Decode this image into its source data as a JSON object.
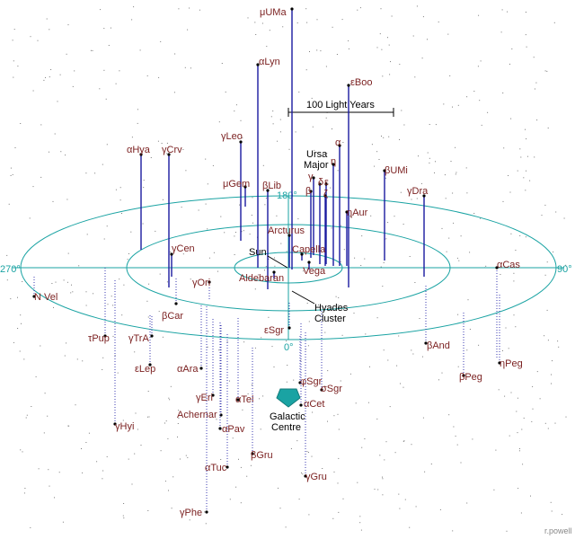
{
  "colors": {
    "grid": "#1aa3a3",
    "above_line": "#1a1aa0",
    "below_line": "#3a3ab0",
    "star_label": "#7a1f1f",
    "marker": "#000000",
    "galactic_centre_arrow": "#1aa3a3"
  },
  "grid_labels": {
    "deg_0": "0°",
    "deg_90": "90°",
    "deg_180": "180°",
    "deg_270": "270°"
  },
  "scale_bar": {
    "label": "100 Light Years"
  },
  "annotations": {
    "sun": "Sun",
    "hyades_line1": "Hyades",
    "hyades_line2": "Cluster",
    "galactic_centre_line1": "Galactic",
    "galactic_centre_line2": "Centre",
    "ursa_major_line1": "Ursa",
    "ursa_major_line2": "Major"
  },
  "credit": "r.powell",
  "stars": [
    {
      "label": "μUMa",
      "above": true
    },
    {
      "label": "αLyn",
      "above": true
    },
    {
      "label": "εBoo",
      "above": true
    },
    {
      "label": "γLeo",
      "above": true
    },
    {
      "label": "αHya",
      "above": true
    },
    {
      "label": "γCrv",
      "above": true
    },
    {
      "label": "βUMi",
      "above": true
    },
    {
      "label": "μGem",
      "above": true
    },
    {
      "label": "βLib",
      "above": true
    },
    {
      "label": "γDra",
      "above": true
    },
    {
      "label": "ηAur",
      "above": true
    },
    {
      "label": "α",
      "above": true
    },
    {
      "label": "η",
      "above": true
    },
    {
      "label": "γ",
      "above": true
    },
    {
      "label": "δ",
      "above": true
    },
    {
      "label": "ε",
      "above": true
    },
    {
      "label": "β",
      "above": true
    },
    {
      "label": "ζ",
      "above": true
    },
    {
      "label": "Arcturus",
      "above": true
    },
    {
      "label": "Capella",
      "above": true
    },
    {
      "label": "Vega",
      "above": true
    },
    {
      "label": "Aldebaran",
      "above": true
    },
    {
      "label": "γCen",
      "above": true
    },
    {
      "label": "αCas",
      "above": false
    },
    {
      "label": "N Vel",
      "above": false
    },
    {
      "label": "γOri",
      "above": false
    },
    {
      "label": "βCar",
      "above": false
    },
    {
      "label": "εSgr",
      "above": false
    },
    {
      "label": "τPup",
      "above": false
    },
    {
      "label": "γTrA",
      "above": false
    },
    {
      "label": "βAnd",
      "above": false
    },
    {
      "label": "εLep",
      "above": false
    },
    {
      "label": "αAra",
      "above": false
    },
    {
      "label": "ηPeg",
      "above": false
    },
    {
      "label": "βPeg",
      "above": false
    },
    {
      "label": "φSgr",
      "above": false
    },
    {
      "label": "σSgr",
      "above": false
    },
    {
      "label": "γEri",
      "above": false
    },
    {
      "label": "αTel",
      "above": false
    },
    {
      "label": "Achernar",
      "above": false
    },
    {
      "label": "αCet",
      "above": false
    },
    {
      "label": "αPav",
      "above": false
    },
    {
      "label": "γHyi",
      "above": false
    },
    {
      "label": "βGru",
      "above": false
    },
    {
      "label": "αTuc",
      "above": false
    },
    {
      "label": "γGru",
      "above": false
    },
    {
      "label": "γPhe",
      "above": false
    }
  ]
}
